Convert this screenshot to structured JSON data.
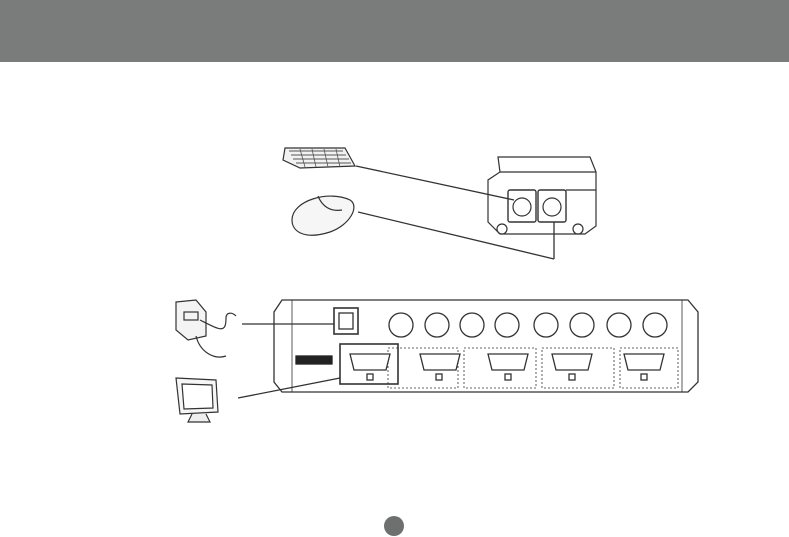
{
  "header": {
    "color": "#7a7c7c"
  },
  "diagram": {
    "type": "connection-diagram",
    "devices": [
      {
        "name": "keyboard",
        "icon": "keyboard-icon"
      },
      {
        "name": "mouse",
        "icon": "mouse-icon"
      },
      {
        "name": "power adapter",
        "icon": "power-adapter-icon"
      },
      {
        "name": "monitor",
        "icon": "monitor-icon"
      }
    ],
    "kvm_front_ports": [
      "keyboard-port",
      "mouse-port"
    ],
    "kvm_rear": {
      "ps2_port_pairs": 4,
      "vga_ports": 5
    },
    "line_color": "#333333"
  },
  "page_indicator": {
    "shape": "circle",
    "color": "#6e7070"
  }
}
